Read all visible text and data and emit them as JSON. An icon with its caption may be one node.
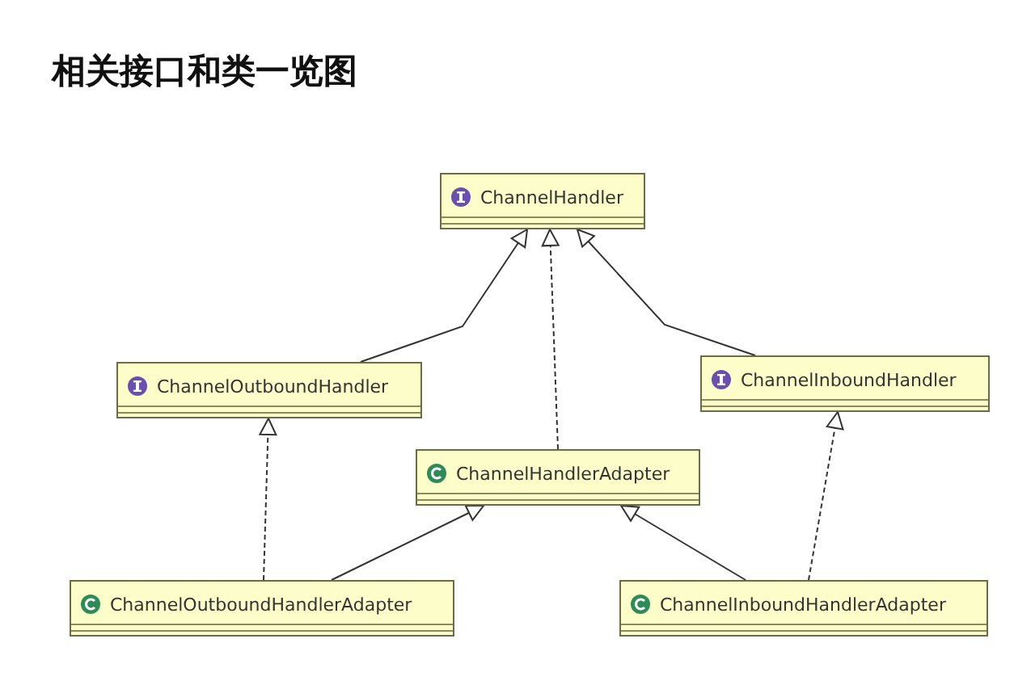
{
  "diagram": {
    "title": "相关接口和类一览图",
    "nodes": [
      {
        "text": [
          "ChannelHandler"
        ]
      },
      {
        "text": [
          "ChannelOutboundHandler"
        ]
      },
      {
        "text": [
          "ChannelInboundHandler"
        ]
      },
      {
        "text": [
          "ChannelHandlerAdapter"
        ]
      },
      {
        "text": [
          "ChannelOutboundHandlerAdapter"
        ]
      },
      {
        "text": [
          "ChannelInboundHandlerAdapter"
        ]
      }
    ],
    "edges": [
      {
        "from": 1,
        "to": 0,
        "arrow": "to"
      },
      {
        "from": 3,
        "to": 0,
        "arrow": "to",
        "style": "dashed"
      },
      {
        "from": 2,
        "to": 0,
        "arrow": "to"
      },
      {
        "from": 4,
        "to": 1,
        "arrow": "to",
        "style": "dashed"
      },
      {
        "from": 4,
        "to": 3,
        "arrow": "to"
      },
      {
        "from": 5,
        "to": 3,
        "arrow": "to"
      },
      {
        "from": 5,
        "to": 2,
        "arrow": "to",
        "style": "dashed"
      }
    ]
  }
}
